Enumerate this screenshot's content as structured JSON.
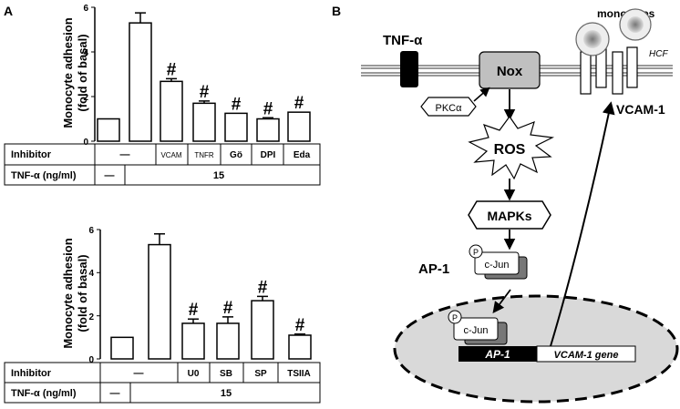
{
  "panels": {
    "a_label": "A",
    "b_label": "B"
  },
  "chart_data": [
    {
      "type": "bar",
      "ylabel_line1": "Monocyte adhesion",
      "ylabel_line2": "(fold of basal)",
      "ylim": [
        0,
        6
      ],
      "yticks": [
        "0",
        "2",
        "4",
        "6"
      ],
      "values": [
        1.0,
        5.3,
        2.68,
        1.7,
        1.25,
        1.0,
        1.3
      ],
      "errors": [
        0.0,
        0.45,
        0.12,
        0.1,
        0.0,
        0.05,
        0.0
      ],
      "significance": [
        "",
        "",
        "#",
        "#",
        "#",
        "#",
        "#"
      ],
      "table": {
        "row1_label": "Inhibitor",
        "row1_cells": [
          "—",
          "VCAM",
          "TNFR",
          "Gö",
          "DPI",
          "Eda"
        ],
        "row2_label": "TNF-α (ng/ml)",
        "row2_cells": [
          "—",
          "15"
        ]
      }
    },
    {
      "type": "bar",
      "ylabel_line1": "Monocyte adhesion",
      "ylabel_line2": "(fold of basal)",
      "ylim": [
        0,
        6
      ],
      "yticks": [
        "0",
        "2",
        "4",
        "6"
      ],
      "values": [
        1.0,
        5.3,
        1.65,
        1.65,
        2.7,
        1.1
      ],
      "errors": [
        0.0,
        0.5,
        0.2,
        0.3,
        0.2,
        0.05
      ],
      "significance": [
        "",
        "",
        "#",
        "#",
        "#",
        "#"
      ],
      "table": {
        "row1_label": "Inhibitor",
        "row1_cells": [
          "—",
          "U0",
          "SB",
          "SP",
          "TSIIA"
        ],
        "row2_label": "TNF-α (ng/ml)",
        "row2_cells": [
          "—",
          "15"
        ]
      }
    }
  ],
  "diagram": {
    "tnf": "TNF-α",
    "monocytes": "monocytes",
    "hcf": "HCF",
    "nox": "Nox",
    "pkc": "PKCα",
    "ros": "ROS",
    "mapks": "MAPKs",
    "ap1_label": "AP-1",
    "p": "P",
    "cjun": "c-Jun",
    "ap1_box": "AP-1",
    "vcam_gene": "VCAM-1 gene",
    "vcam1": "VCAM-1"
  }
}
